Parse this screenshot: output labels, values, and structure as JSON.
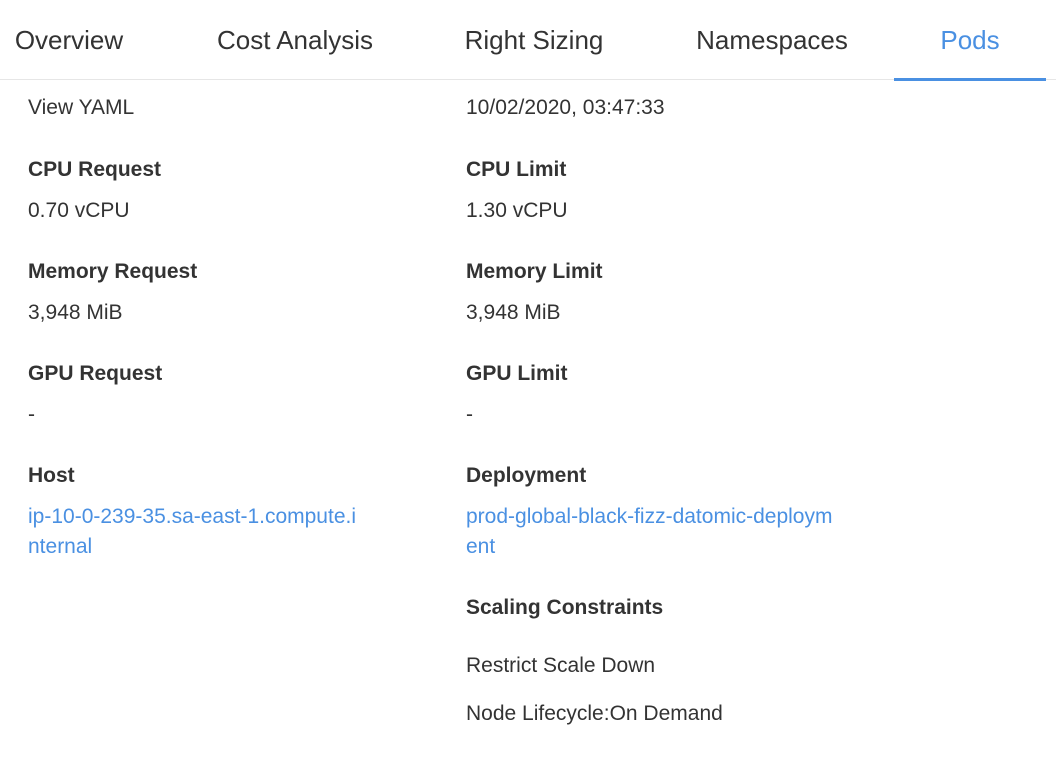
{
  "tabs": [
    {
      "label": "Overview",
      "active": false
    },
    {
      "label": "Cost Analysis",
      "active": false
    },
    {
      "label": "Right Sizing",
      "active": false
    },
    {
      "label": "Namespaces",
      "active": false
    },
    {
      "label": "Pods",
      "active": true
    }
  ],
  "colors": {
    "accent": "#4a90e2",
    "text": "#333333"
  },
  "details": {
    "view_yaml": "View YAML",
    "timestamp": "10/02/2020, 03:47:33",
    "cpu_request": {
      "label": "CPU Request",
      "value": "0.70 vCPU"
    },
    "cpu_limit": {
      "label": "CPU Limit",
      "value": "1.30 vCPU"
    },
    "memory_request": {
      "label": "Memory Request",
      "value": "3,948 MiB"
    },
    "memory_limit": {
      "label": "Memory Limit",
      "value": "3,948 MiB"
    },
    "gpu_request": {
      "label": "GPU Request",
      "value": "-"
    },
    "gpu_limit": {
      "label": "GPU Limit",
      "value": "-"
    },
    "host": {
      "label": "Host",
      "value": "ip-10-0-239-35.sa-east-1.compute.internal"
    },
    "deployment": {
      "label": "Deployment",
      "value": "prod-global-black-fizz-datomic-deployment"
    },
    "scaling_constraints": {
      "label": "Scaling Constraints",
      "items": [
        "Restrict Scale Down",
        "Node Lifecycle:On Demand"
      ]
    }
  }
}
